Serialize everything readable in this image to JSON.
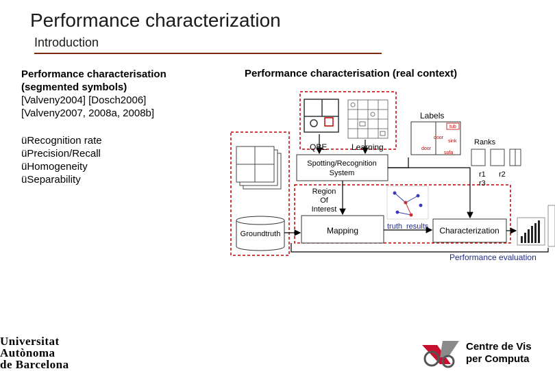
{
  "slide": {
    "title": "Performance characterization",
    "subtitle": "Introduction"
  },
  "left": {
    "heading_line1": "Performance characterisation",
    "heading_line2": "(segmented symbols)",
    "ref_line1": "[Valveny2004] [Dosch2006]",
    "ref_line2": "[Valveny2007, 2008a, 2008b]",
    "bullets": [
      "üRecognition rate",
      "üPrecision/Recall",
      "üHomogeneity",
      "üSeparability"
    ]
  },
  "diagram": {
    "heading": "Performance characterisation (real context)",
    "labels": "Labels",
    "qbe": "QBE",
    "learning": "Learning",
    "spotting_line1": "Spotting/Recognition",
    "spotting_line2": "System",
    "roi_line1": "Region",
    "roi_line2": "Of",
    "roi_line3": "Interest",
    "mapping": "Mapping",
    "groundtruth": "Groundtruth",
    "truth": "truth",
    "results": "results",
    "characterization": "Characterization",
    "ranks": "Ranks",
    "r1": "r1",
    "r2": "r2",
    "r3": "r3",
    "performance_evaluation": "Performance evaluation",
    "sample_tags": {
      "tub": "tub",
      "door": "door",
      "sink": "sink",
      "sofa": "sofa"
    },
    "colors": {
      "dashed_red": "#c00000",
      "arrow": "#000000",
      "graph_blue": "#3b3bb5",
      "graph_red": "#c83030",
      "eval_text": "#1f2a8a",
      "truth_text": "#1f2a8a"
    }
  },
  "logos": {
    "uab_line1": "Universitat",
    "uab_line2": "Autònoma",
    "uab_line3": "de Barcelona",
    "cvc_line1": "Centre de Vis",
    "cvc_line2": "per Computa"
  }
}
